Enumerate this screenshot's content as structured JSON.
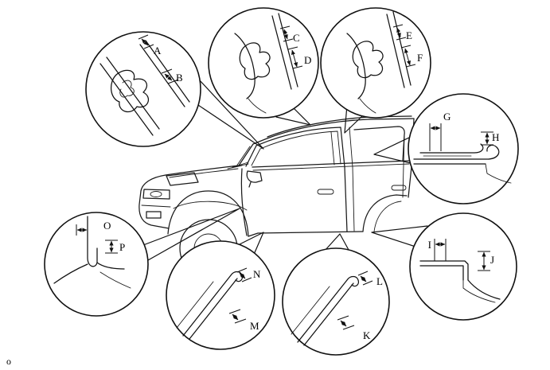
{
  "figure": {
    "footer_mark": "o"
  },
  "callouts": {
    "ab": {
      "labels": {
        "first": "A",
        "second": "B"
      }
    },
    "cd": {
      "labels": {
        "first": "C",
        "second": "D"
      }
    },
    "ef": {
      "labels": {
        "first": "E",
        "second": "F"
      }
    },
    "gh": {
      "labels": {
        "first": "G",
        "second": "H"
      }
    },
    "ij": {
      "labels": {
        "first": "I",
        "second": "J"
      }
    },
    "kl": {
      "labels": {
        "first": "L",
        "second": "K"
      }
    },
    "mn": {
      "labels": {
        "first": "N",
        "second": "M"
      }
    },
    "op": {
      "labels": {
        "first": "O",
        "second": "P"
      }
    }
  }
}
